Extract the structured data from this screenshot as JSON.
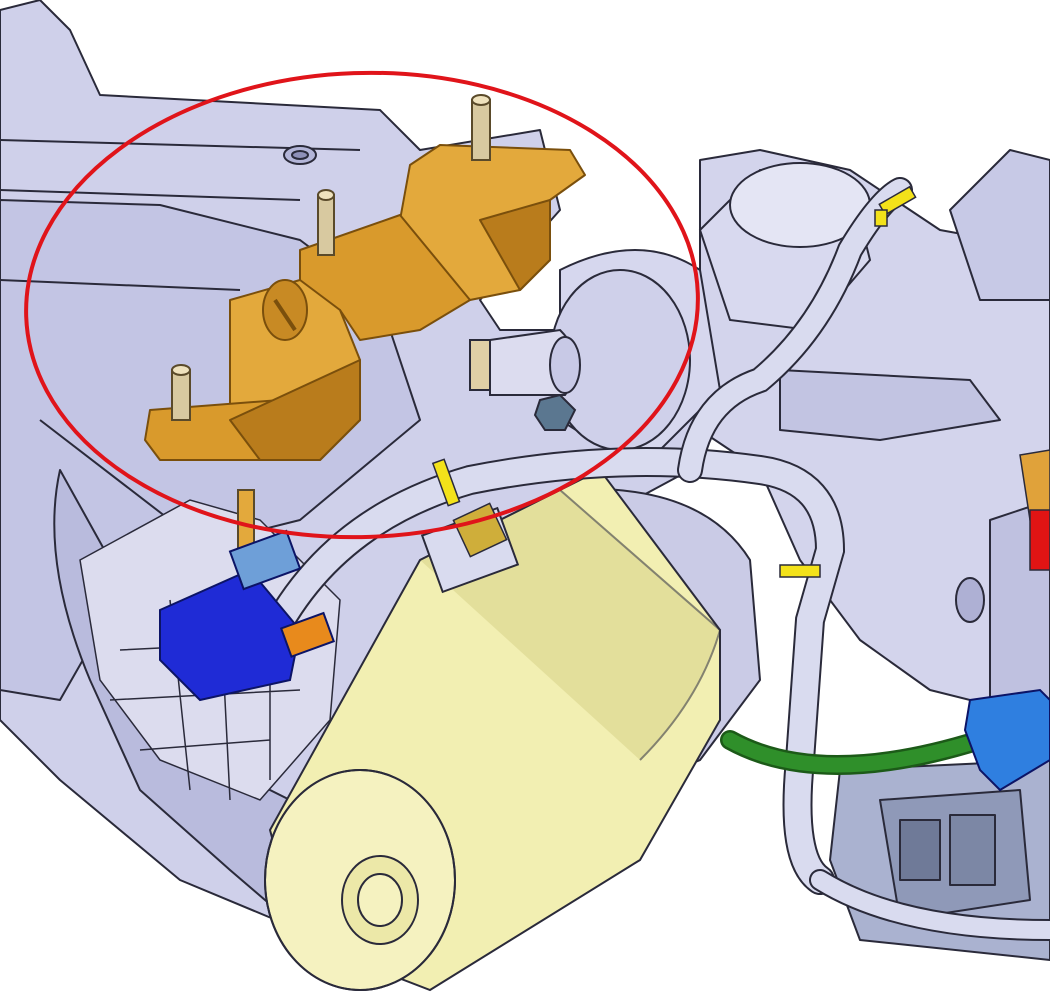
{
  "figure": {
    "colors": {
      "background": "#ffffff",
      "housing": "#cfd0ea",
      "housing_dark": "#a9abcf",
      "edge": "#2a2a3a",
      "bracket": "#e3a93c",
      "bracket_dark": "#b97c1c",
      "motor": "#f2efb2",
      "motor_dark": "#d8d38a",
      "tube": "#d9dbef",
      "connector_blue": "#1f2bd6",
      "connector_light_blue": "#2f7fe0",
      "connector_orange": "#e88a1c",
      "hose_green": "#2f8f2a",
      "clip_yellow": "#f3e21a",
      "red_part": "#e01414",
      "highlight_ring": "#e0141a"
    },
    "icons": [
      "steering-column-housing",
      "mounting-bracket",
      "electric-motor",
      "wiring-harness",
      "electrical-connector",
      "highlight-ellipse"
    ]
  }
}
